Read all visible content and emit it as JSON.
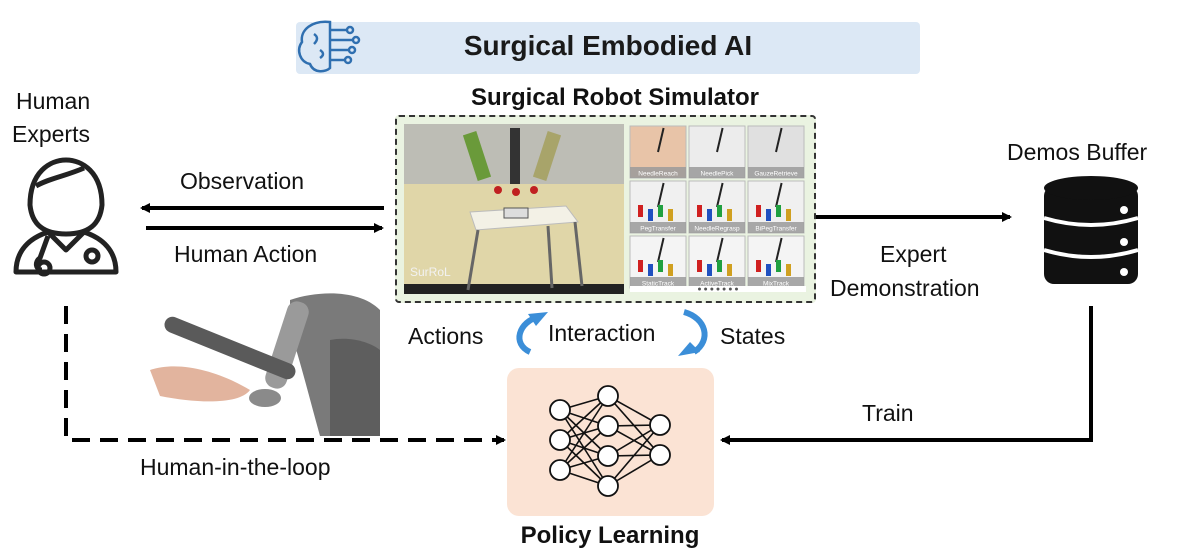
{
  "header": {
    "title": "Surgical Embodied AI"
  },
  "simulator": {
    "title": "Surgical Robot Simulator",
    "brand": "SurRoL",
    "tasks": [
      "NeedleReach",
      "NeedlePick",
      "GauzeRetrieve",
      "PegTransfer",
      "NeedleRegrasp",
      "BiPegTransfer",
      "StaticTrack",
      "ActiveTrack",
      "MixTrack"
    ]
  },
  "human": {
    "label_line1": "Human",
    "label_line2": "Experts"
  },
  "arrows": {
    "observation": "Observation",
    "human_action": "Human Action",
    "actions": "Actions",
    "interaction": "Interaction",
    "states": "States",
    "expert_line1": "Expert",
    "expert_line2": "Demonstration",
    "train": "Train",
    "hitl": "Human-in-the-loop"
  },
  "buffer": {
    "label": "Demos Buffer"
  },
  "policy": {
    "title": "Policy Learning"
  },
  "colors": {
    "banner": "#dce8f5",
    "sim_bg": "#eaf3e1",
    "policy_bg": "#fbe3d4",
    "cycle_arrow": "#3b8ed8",
    "brain_icon": "#2f6fb0"
  }
}
